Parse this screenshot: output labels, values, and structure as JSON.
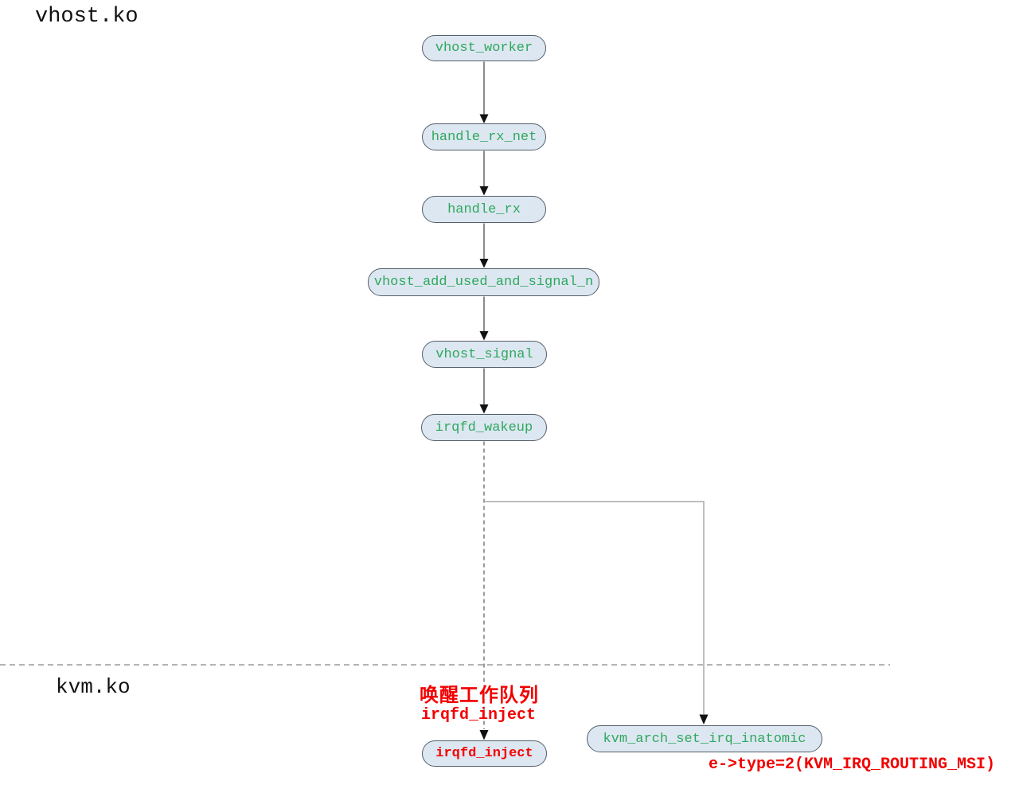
{
  "labels": {
    "vhost_module": "vhost.ko",
    "kvm_module": "kvm.ko"
  },
  "nodes": [
    {
      "id": "vhost_worker",
      "label": "vhost_worker",
      "module": "vhost.ko",
      "text_color": "#2fa85c"
    },
    {
      "id": "handle_rx_net",
      "label": "handle_rx_net",
      "module": "vhost.ko",
      "text_color": "#2fa85c"
    },
    {
      "id": "handle_rx",
      "label": "handle_rx",
      "module": "vhost.ko",
      "text_color": "#2fa85c"
    },
    {
      "id": "vhost_add_used_and_signal_n",
      "label": "vhost_add_used_and_signal_n",
      "module": "vhost.ko",
      "text_color": "#2fa85c"
    },
    {
      "id": "vhost_signal",
      "label": "vhost_signal",
      "module": "vhost.ko",
      "text_color": "#2fa85c"
    },
    {
      "id": "irqfd_wakeup",
      "label": "irqfd_wakeup",
      "module": "vhost.ko",
      "text_color": "#2fa85c"
    },
    {
      "id": "irqfd_inject",
      "label": "irqfd_inject",
      "module": "kvm.ko",
      "text_color": "#f20000"
    },
    {
      "id": "kvm_arch_set_irq_inatomic",
      "label": "kvm_arch_set_irq_inatomic",
      "module": "kvm.ko",
      "text_color": "#2fa85c"
    }
  ],
  "edges": [
    {
      "from": "vhost_worker",
      "to": "handle_rx_net",
      "style": "solid"
    },
    {
      "from": "handle_rx_net",
      "to": "handle_rx",
      "style": "solid"
    },
    {
      "from": "handle_rx",
      "to": "vhost_add_used_and_signal_n",
      "style": "solid"
    },
    {
      "from": "vhost_add_used_and_signal_n",
      "to": "vhost_signal",
      "style": "solid"
    },
    {
      "from": "vhost_signal",
      "to": "irqfd_wakeup",
      "style": "solid"
    },
    {
      "from": "irqfd_wakeup",
      "to": "irqfd_inject",
      "style": "dashed"
    },
    {
      "from": "irqfd_wakeup",
      "to": "kvm_arch_set_irq_inatomic",
      "style": "solid-gray-elbow"
    }
  ],
  "annotations": {
    "wake_queue": "唤醒工作队列",
    "irqfd_inject_caption": "irqfd_inject",
    "route_type": "e->type=2(KVM_IRQ_ROUTING_MSI)"
  },
  "colors": {
    "node_fill": "#dde7f2",
    "node_border": "#545f6a",
    "green_text": "#2fa85c",
    "red_text": "#f20000",
    "connector": "#3d3d3d",
    "dashed_connector": "#595959",
    "branch_connector": "#a8a8a8",
    "separator": "#9b9b9b",
    "background": "#ffffff"
  }
}
